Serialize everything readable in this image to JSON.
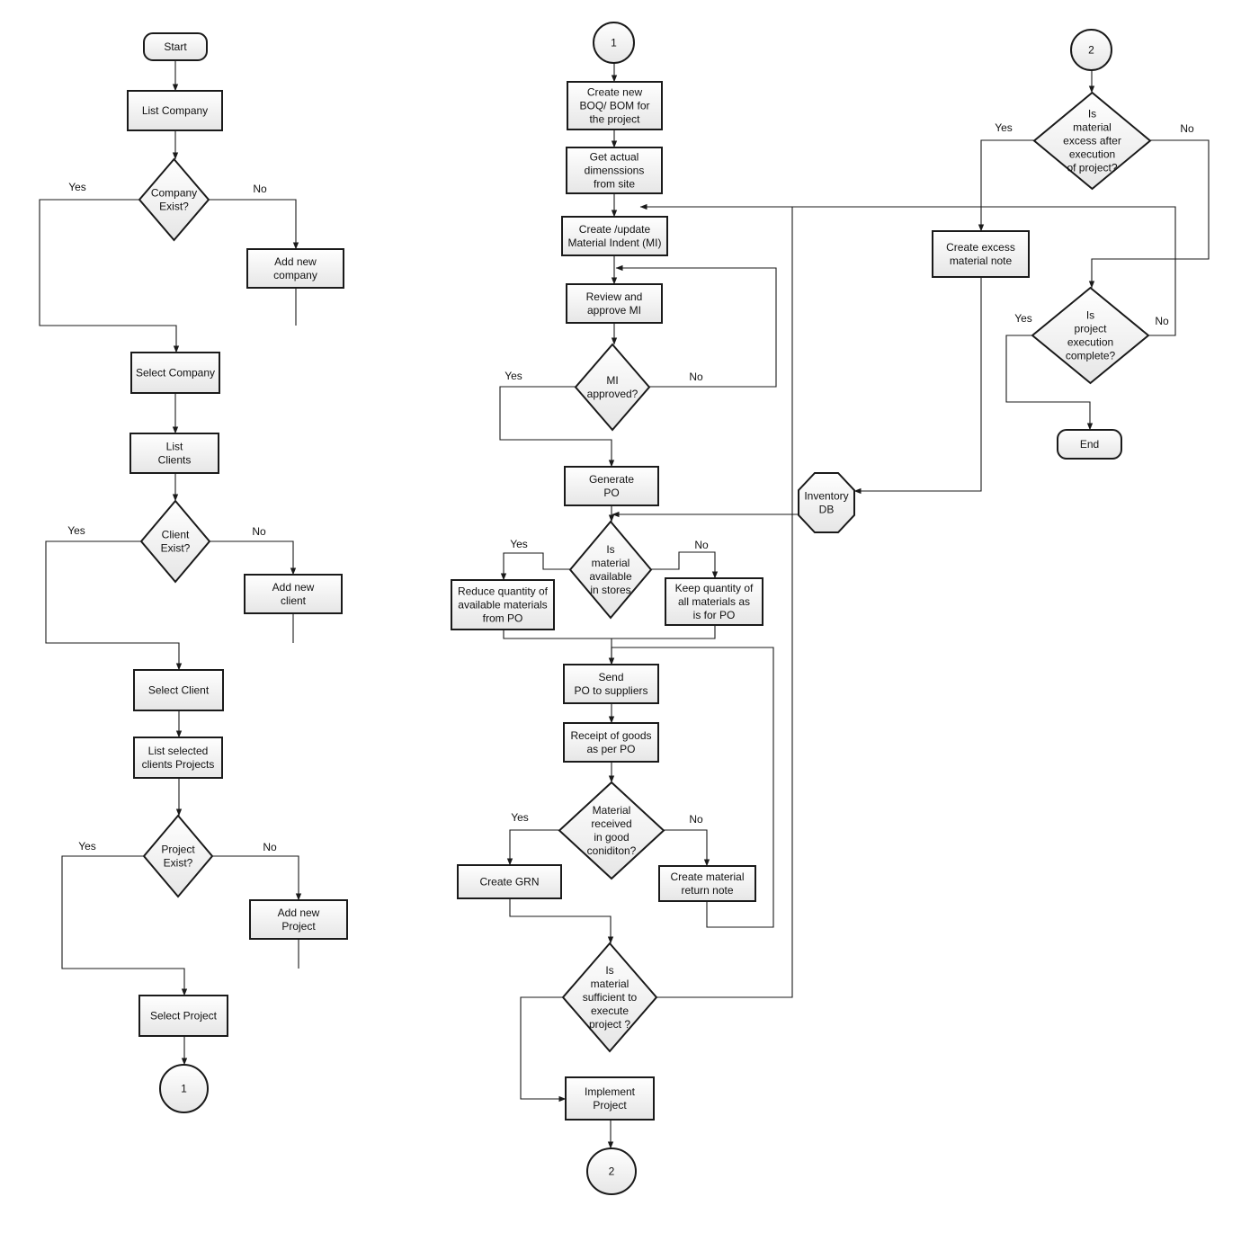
{
  "colors": {
    "stroke": "#1a1a1a",
    "fill_top": "#ffffff",
    "fill_bottom": "#e6e6e6",
    "text": "#111111"
  },
  "nodes": [
    {
      "id": "start",
      "name": "start-terminal",
      "shape": "terminal",
      "lines": [
        "Start"
      ]
    },
    {
      "id": "list_company",
      "name": "list-company-process",
      "shape": "process",
      "lines": [
        "List Company"
      ]
    },
    {
      "id": "company_exist",
      "name": "company-exist-decision",
      "shape": "decision",
      "lines": [
        "Company",
        "Exist?"
      ]
    },
    {
      "id": "add_company",
      "name": "add-new-company-process",
      "shape": "process",
      "lines": [
        "Add new",
        "company"
      ]
    },
    {
      "id": "select_company",
      "name": "select-company-process",
      "shape": "process",
      "lines": [
        "Select Company"
      ]
    },
    {
      "id": "list_clients",
      "name": "list-clients-process",
      "shape": "process",
      "lines": [
        "List",
        "Clients"
      ]
    },
    {
      "id": "client_exist",
      "name": "client-exist-decision",
      "shape": "decision",
      "lines": [
        "Client",
        "Exist?"
      ]
    },
    {
      "id": "add_client",
      "name": "add-new-client-process",
      "shape": "process",
      "lines": [
        "Add new",
        "client"
      ]
    },
    {
      "id": "select_client",
      "name": "select-client-process",
      "shape": "process",
      "lines": [
        "Select Client"
      ]
    },
    {
      "id": "list_projects",
      "name": "list-projects-process",
      "shape": "process",
      "lines": [
        "List selected",
        "clients Projects"
      ]
    },
    {
      "id": "project_exist",
      "name": "project-exist-decision",
      "shape": "decision",
      "lines": [
        "Project",
        "Exist?"
      ]
    },
    {
      "id": "add_project",
      "name": "add-new-project-process",
      "shape": "process",
      "lines": [
        "Add new",
        "Project"
      ]
    },
    {
      "id": "select_project",
      "name": "select-project-process",
      "shape": "process",
      "lines": [
        "Select Project"
      ]
    },
    {
      "id": "conn1_out",
      "name": "connector-1-out",
      "shape": "connector",
      "lines": [
        "1"
      ]
    },
    {
      "id": "conn1_in",
      "name": "connector-1-in",
      "shape": "connector",
      "lines": [
        "1"
      ]
    },
    {
      "id": "create_boq",
      "name": "create-boq-process",
      "shape": "process",
      "lines": [
        "Create new",
        "BOQ/ BOM for",
        "the project"
      ]
    },
    {
      "id": "get_dims",
      "name": "get-dimensions-process",
      "shape": "process",
      "lines": [
        "Get actual",
        "dimenssions",
        "from site"
      ]
    },
    {
      "id": "create_mi",
      "name": "create-mi-process",
      "shape": "process",
      "lines": [
        "Create /update",
        "Material Indent (MI)"
      ]
    },
    {
      "id": "review_mi",
      "name": "review-mi-process",
      "shape": "process",
      "lines": [
        "Review and",
        "approve MI"
      ]
    },
    {
      "id": "mi_approved",
      "name": "mi-approved-decision",
      "shape": "decision",
      "lines": [
        "MI",
        "approved?"
      ]
    },
    {
      "id": "generate_po",
      "name": "generate-po-process",
      "shape": "process",
      "lines": [
        "Generate",
        "PO"
      ]
    },
    {
      "id": "material_available",
      "name": "material-available-decision",
      "shape": "decision",
      "lines": [
        "Is",
        "material",
        "available",
        "in stores"
      ]
    },
    {
      "id": "reduce_qty",
      "name": "reduce-quantity-process",
      "shape": "process",
      "lines": [
        "Reduce quantity of",
        "available materials",
        "from PO"
      ]
    },
    {
      "id": "keep_qty",
      "name": "keep-quantity-process",
      "shape": "process",
      "lines": [
        "Keep quantity of",
        "all materials as",
        "is for PO"
      ]
    },
    {
      "id": "send_po",
      "name": "send-po-process",
      "shape": "process",
      "lines": [
        "Send",
        "PO to suppliers"
      ]
    },
    {
      "id": "receipt_goods",
      "name": "receipt-goods-process",
      "shape": "process",
      "lines": [
        "Receipt of goods",
        "as per PO"
      ]
    },
    {
      "id": "material_good",
      "name": "material-good-condition-decision",
      "shape": "decision",
      "lines": [
        "Material",
        "received",
        "in good",
        "coniditon?"
      ]
    },
    {
      "id": "create_grn",
      "name": "create-grn-process",
      "shape": "process",
      "lines": [
        "Create GRN"
      ]
    },
    {
      "id": "return_note",
      "name": "material-return-note-process",
      "shape": "process",
      "lines": [
        "Create material",
        "return note"
      ]
    },
    {
      "id": "material_sufficient",
      "name": "material-sufficient-decision",
      "shape": "decision",
      "lines": [
        "Is",
        "material",
        "sufficient to",
        "execute",
        "project ?"
      ]
    },
    {
      "id": "implement_project",
      "name": "implement-project-process",
      "shape": "process",
      "lines": [
        "Implement",
        "Project"
      ]
    },
    {
      "id": "conn2_out",
      "name": "connector-2-out",
      "shape": "connector",
      "lines": [
        "2"
      ]
    },
    {
      "id": "inventory_db",
      "name": "inventory-db-octagon",
      "shape": "octagon",
      "lines": [
        "Inventory",
        "DB"
      ]
    },
    {
      "id": "conn2_in",
      "name": "connector-2-in",
      "shape": "connector",
      "lines": [
        "2"
      ]
    },
    {
      "id": "material_excess",
      "name": "material-excess-decision",
      "shape": "decision",
      "lines": [
        "Is",
        "material",
        "excess after",
        "execution",
        "of project?"
      ]
    },
    {
      "id": "excess_note",
      "name": "excess-material-note-process",
      "shape": "process",
      "lines": [
        "Create excess",
        "material note"
      ]
    },
    {
      "id": "execution_complete",
      "name": "execution-complete-decision",
      "shape": "decision",
      "lines": [
        "Is",
        "project",
        "execution",
        "complete?"
      ]
    },
    {
      "id": "end",
      "name": "end-terminal",
      "shape": "terminal",
      "lines": [
        "End"
      ]
    }
  ],
  "edge_labels": [
    {
      "id": "company_yes",
      "text": "Yes"
    },
    {
      "id": "company_no",
      "text": "No"
    },
    {
      "id": "client_yes",
      "text": "Yes"
    },
    {
      "id": "client_no",
      "text": "No"
    },
    {
      "id": "project_yes",
      "text": "Yes"
    },
    {
      "id": "project_no",
      "text": "No"
    },
    {
      "id": "mi_yes",
      "text": "Yes"
    },
    {
      "id": "mi_no",
      "text": "No"
    },
    {
      "id": "avail_yes",
      "text": "Yes"
    },
    {
      "id": "avail_no",
      "text": "No"
    },
    {
      "id": "good_yes",
      "text": "Yes"
    },
    {
      "id": "good_no",
      "text": "No"
    },
    {
      "id": "excess_yes",
      "text": "Yes"
    },
    {
      "id": "excess_no",
      "text": "No"
    },
    {
      "id": "complete_yes",
      "text": "Yes"
    },
    {
      "id": "complete_no",
      "text": "No"
    }
  ]
}
